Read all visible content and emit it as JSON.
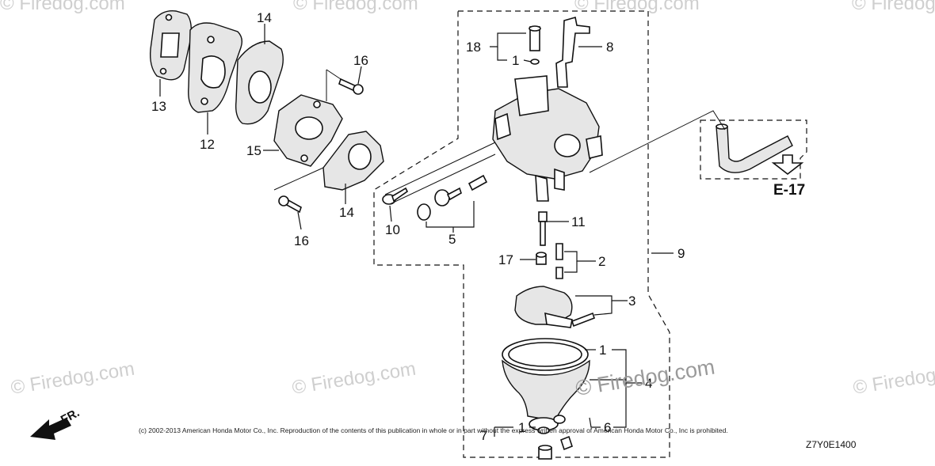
{
  "watermarks": {
    "small": "© Firedog.com",
    "center": "© Firedog.com"
  },
  "callouts": {
    "c18": "18",
    "c1_top": "1",
    "c8": "8",
    "c16_top": "16",
    "c14_top": "14",
    "c13": "13",
    "c12": "12",
    "c15": "15",
    "c14_bottom": "14",
    "c16_bottom": "16",
    "c10": "10",
    "c5": "5",
    "c11": "11",
    "c2": "2",
    "c17": "17",
    "c9": "9",
    "c3": "3",
    "c1_float": "1",
    "c4": "4",
    "c1_bottom": "1",
    "c6": "6",
    "c7": "7"
  },
  "reference": {
    "label": "E-17"
  },
  "direction": {
    "label": "FR."
  },
  "copyright": "(c) 2002-2013 American Honda Motor Co., Inc. Reproduction of the contents of this publication in whole or in part without the express written approval of American Honda Motor Co., Inc is prohibited.",
  "diagram_code": "Z7Y0E1400"
}
